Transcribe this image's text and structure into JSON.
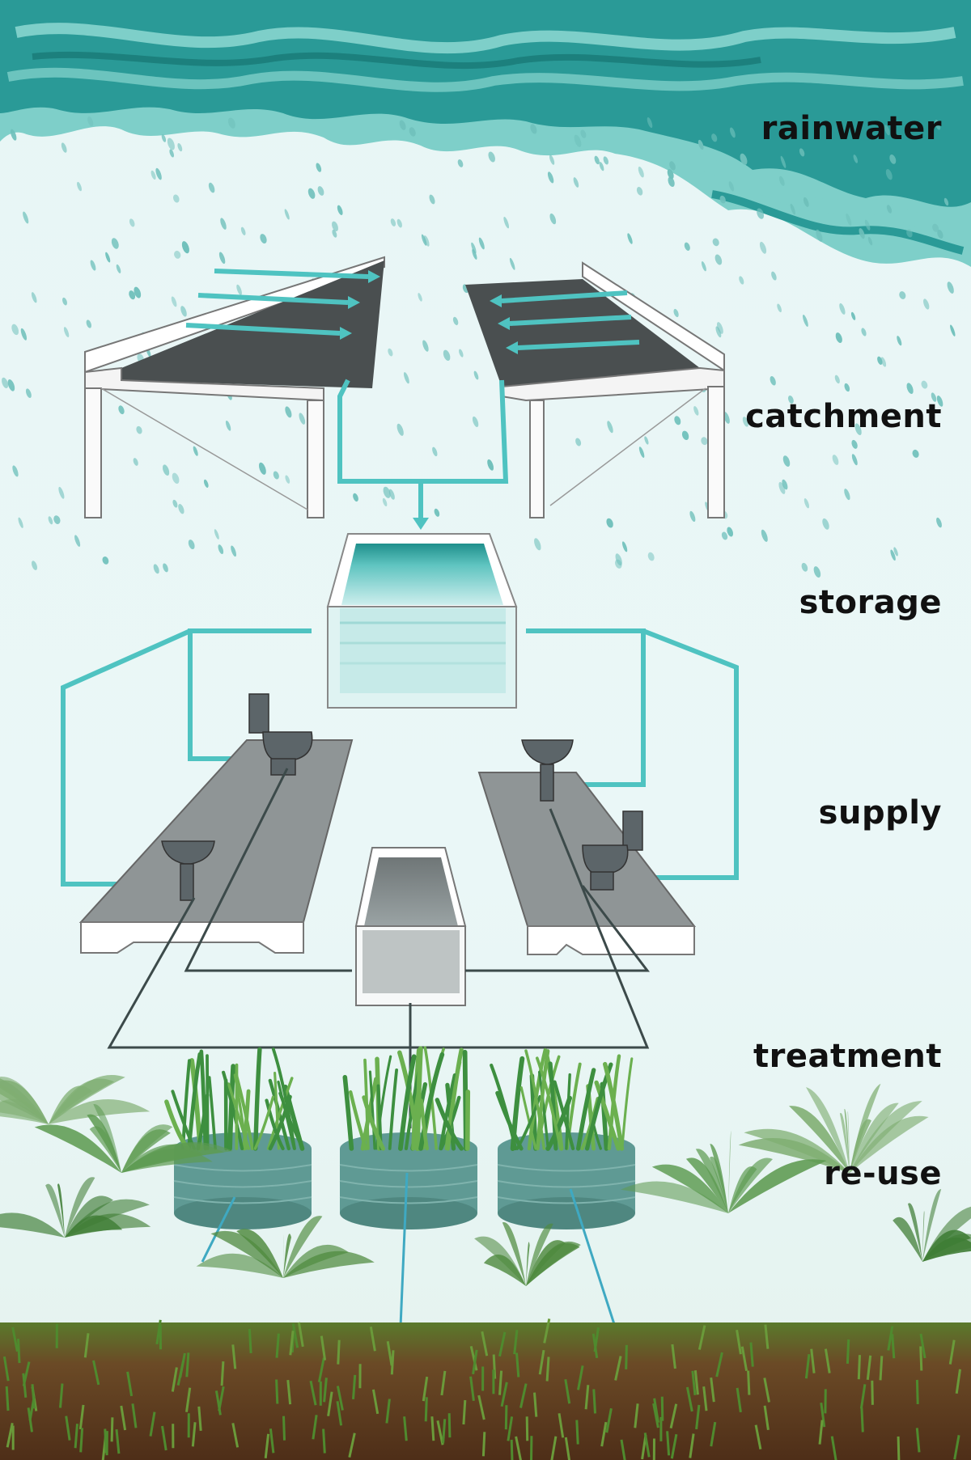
{
  "stages": {
    "rainwater": "rainwater",
    "catchment": "catchment",
    "storage": "storage",
    "supply": "supply",
    "treatment": "treatment",
    "reuse": "re-use"
  },
  "colors": {
    "water": "#4fc3c1",
    "cloud_dark": "#2a9a97",
    "cloud_light": "#7ecfc9",
    "rain": "#6fc0bb",
    "slab": "#8f9596",
    "roof": "#4a4f50",
    "drain_line": "#3c4a4a",
    "vegetation": "#3f8a3a",
    "soil": "#6b3a22"
  },
  "icons": [
    "cloud-icon",
    "roof-icon",
    "tank-icon",
    "toilet-icon",
    "sink-icon",
    "planter-icon",
    "tree-icon"
  ]
}
